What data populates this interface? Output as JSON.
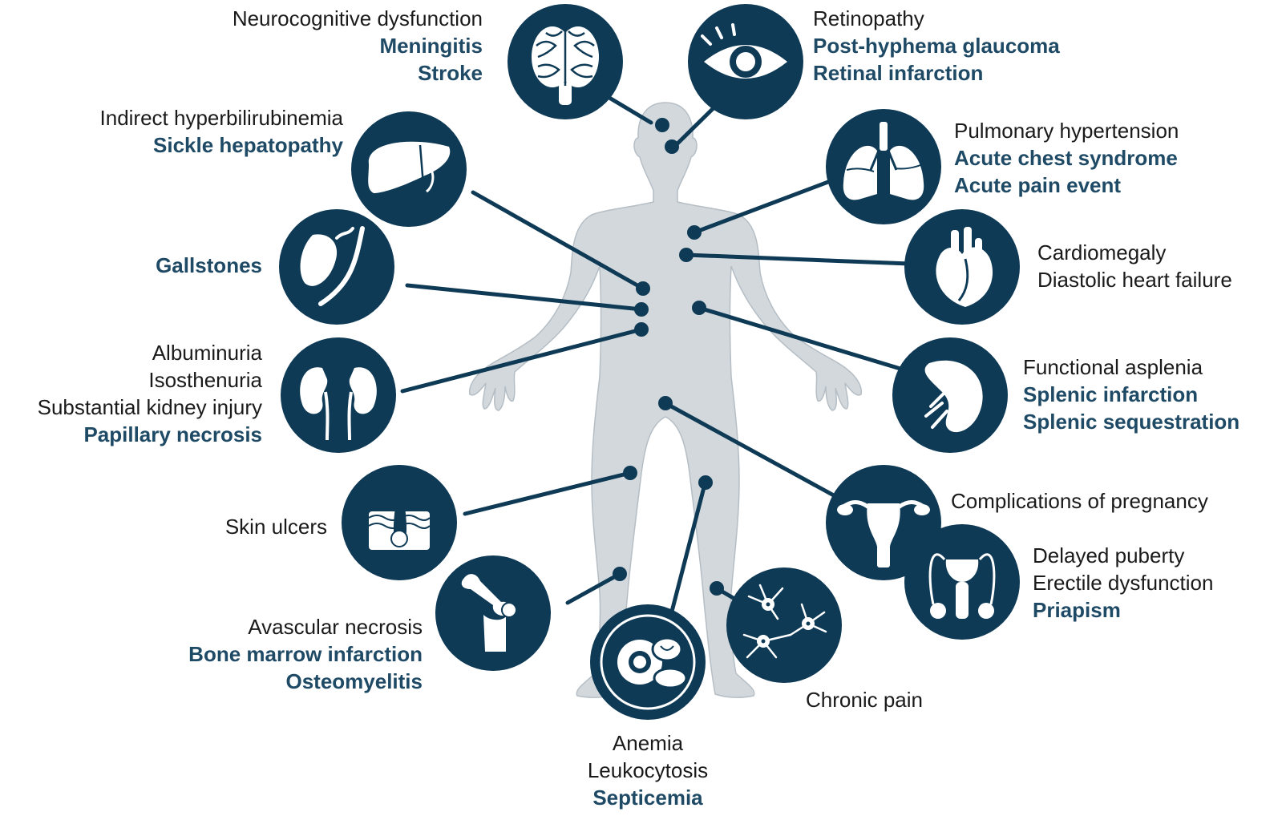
{
  "colors": {
    "circle": "#0e3a56",
    "body": "#d3d8dc",
    "body_edge": "#aab3ba",
    "icon": "#ffffff",
    "line": "#0e3a56",
    "plain_text": "#1a1a1a",
    "emphasis_text": "#1f4a66"
  },
  "groups": {
    "brain": {
      "icon": "brain-icon",
      "plain": [
        "Neurocognitive dysfunction"
      ],
      "bold": [
        "Meningitis",
        "Stroke"
      ]
    },
    "eye": {
      "icon": "eye-icon",
      "plain": [
        "Retinopathy"
      ],
      "bold": [
        "Post-hyphema glaucoma",
        "Retinal infarction"
      ]
    },
    "liver": {
      "icon": "liver-icon",
      "plain": [
        "Indirect hyperbilirubinemia"
      ],
      "bold": [
        "Sickle hepatopathy"
      ]
    },
    "lungs": {
      "icon": "lungs-icon",
      "plain": [
        "Pulmonary hypertension"
      ],
      "bold": [
        "Acute chest syndrome",
        "Acute pain event"
      ]
    },
    "gallbladder": {
      "icon": "gallbladder-icon",
      "plain": [],
      "bold": [
        "Gallstones"
      ]
    },
    "heart": {
      "icon": "heart-icon",
      "plain": [
        "Cardiomegaly",
        "Diastolic heart failure"
      ],
      "bold": []
    },
    "kidney": {
      "icon": "kidney-icon",
      "plain": [
        "Albuminuria",
        "Isosthenuria",
        "Substantial kidney injury"
      ],
      "bold": [
        "Papillary necrosis"
      ]
    },
    "spleen": {
      "icon": "spleen-icon",
      "plain": [
        "Functional asplenia"
      ],
      "bold": [
        "Splenic infarction",
        "Splenic sequestration"
      ]
    },
    "skin": {
      "icon": "skin-icon",
      "plain": [
        "Skin ulcers"
      ],
      "bold": []
    },
    "uterus": {
      "icon": "uterus-icon",
      "plain": [
        "Complications of pregnancy"
      ],
      "bold": []
    },
    "male_repro": {
      "icon": "male-reproductive-icon",
      "plain": [
        "Delayed puberty",
        "Erectile dysfunction"
      ],
      "bold": [
        "Priapism"
      ]
    },
    "knee": {
      "icon": "knee-joint-icon",
      "plain": [
        "Avascular necrosis"
      ],
      "bold": [
        "Bone marrow infarction",
        "Osteomyelitis"
      ]
    },
    "nerve": {
      "icon": "neuron-icon",
      "plain": [
        "Chronic pain"
      ],
      "bold": []
    },
    "blood": {
      "icon": "blood-cells-icon",
      "plain": [
        "Anemia",
        "Leukocytosis"
      ],
      "bold": [
        "Septicemia"
      ]
    }
  }
}
